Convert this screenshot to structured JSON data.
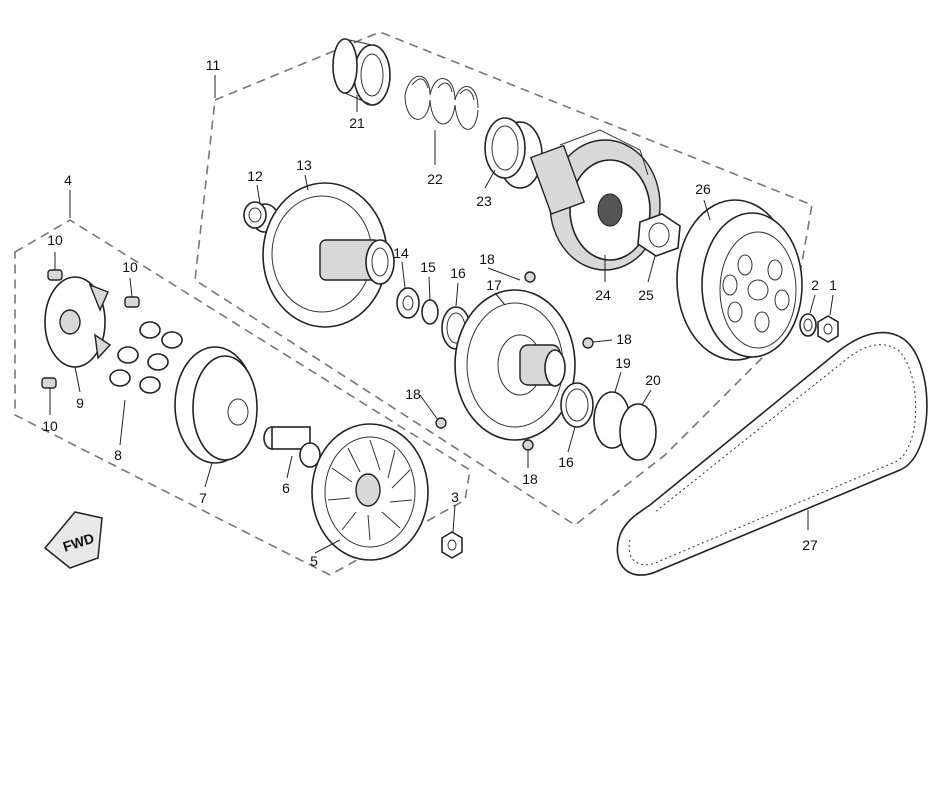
{
  "labels": {
    "p1": "1",
    "p2": "2",
    "p3": "3",
    "p4": "4",
    "p5": "5",
    "p6": "6",
    "p7": "7",
    "p8": "8",
    "p9": "9",
    "p10a": "10",
    "p10b": "10",
    "p10c": "10",
    "p11": "11",
    "p12": "12",
    "p13": "13",
    "p14": "14",
    "p15": "15",
    "p16a": "16",
    "p16b": "16",
    "p17": "17",
    "p18a": "18",
    "p18b": "18",
    "p18c": "18",
    "p18d": "18",
    "p19": "19",
    "p20": "20",
    "p21": "21",
    "p22": "22",
    "p23": "23",
    "p24": "24",
    "p25": "25",
    "p26": "26",
    "p27": "27"
  },
  "fwd_marker": "FWD",
  "icons": {
    "fwd_arrow": "forward-direction-arrow-icon"
  }
}
